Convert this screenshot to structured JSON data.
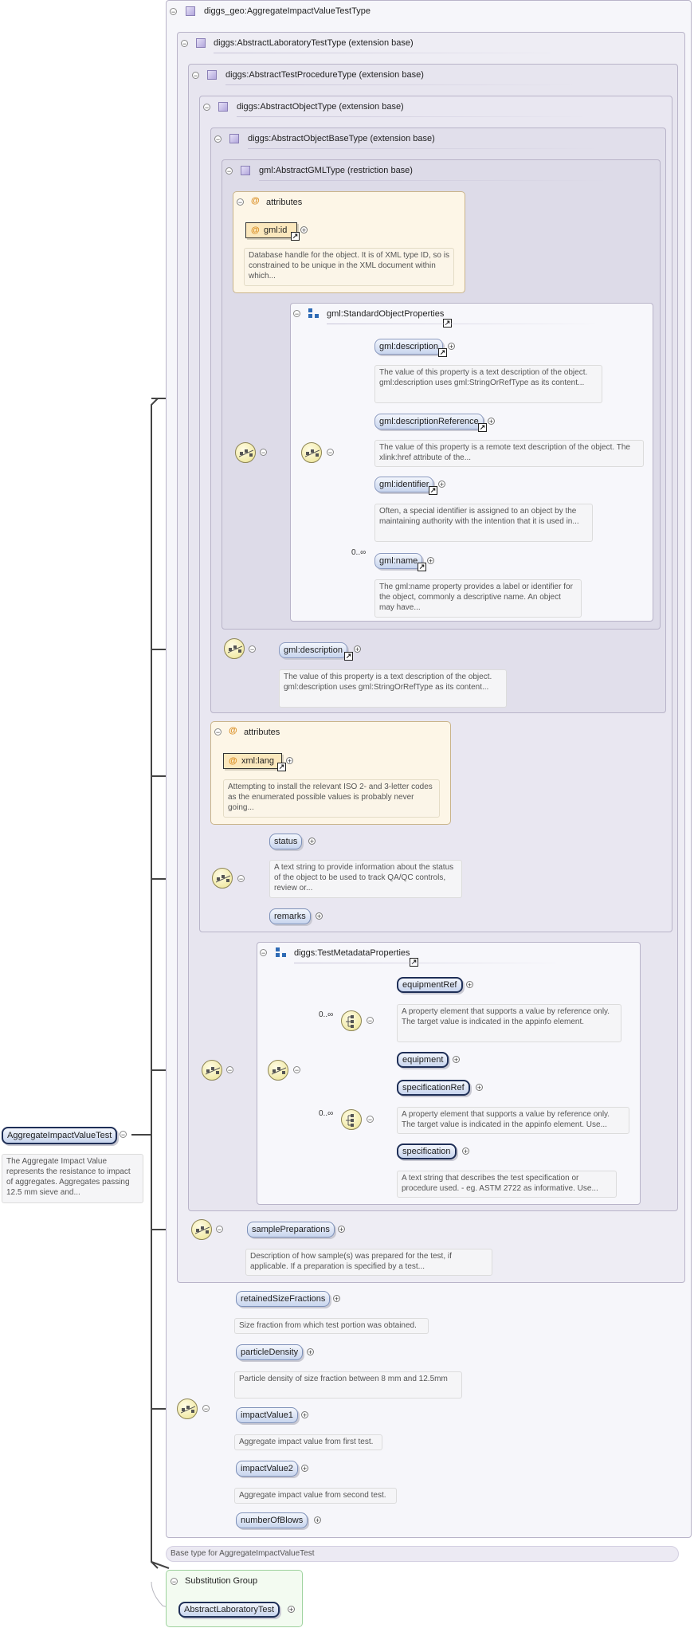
{
  "root_type": {
    "label": "diggs_geo:AggregateImpactValueTestType"
  },
  "bases": {
    "b1": "diggs:AbstractLaboratoryTestType (extension base)",
    "b2": "diggs:AbstractTestProcedureType (extension base)",
    "b3": "diggs:AbstractObjectType (extension base)",
    "b4": "diggs:AbstractObjectBaseType (extension base)",
    "b5": "gml:AbstractGMLType (restriction base)"
  },
  "attributes_label": "attributes",
  "gml_id": {
    "label": "gml:id",
    "desc": "Database handle for the object. It is of XML type ID, so is constrained to be unique in the XML document within which..."
  },
  "std_props": {
    "label": "gml:StandardObjectProperties",
    "items": [
      {
        "label": "gml:description",
        "desc": "The value of this property is a text description of the object. gml:description uses gml:StringOrRefType as its content..."
      },
      {
        "label": "gml:descriptionReference",
        "desc": "The value of this property is a remote text description of the object. The xlink:href attribute of the..."
      },
      {
        "label": "gml:identifier",
        "desc": "Often, a special identifier is assigned to an object by the maintaining authority with the intention that it is used in..."
      },
      {
        "label": "gml:name",
        "desc": "The gml:name property provides a label or identifier for the object, commonly a descriptive name. An object may have..."
      }
    ],
    "name_occurrence": "0..∞"
  },
  "gml_description2": {
    "label": "gml:description",
    "desc": "The value of this property is a text description of the object. gml:description uses gml:StringOrRefType as its content..."
  },
  "xml_lang": {
    "label": "xml:lang",
    "desc": "Attempting to install the relevant ISO 2- and 3-letter codes as the enumerated possible values is probably never going..."
  },
  "status": {
    "label": "status",
    "desc": "A text string to provide information about the status of the object to be used to track QA/QC controls, review or..."
  },
  "remarks": {
    "label": "remarks"
  },
  "test_metadata": {
    "label": "diggs:TestMetadataProperties",
    "occ1": "0..∞",
    "occ2": "0..∞",
    "equipmentRef": {
      "label": "equipmentRef",
      "desc": "A property element that supports a value by reference only. The target value is indicated in the appinfo element."
    },
    "equipment": {
      "label": "equipment"
    },
    "specificationRef": {
      "label": "specificationRef",
      "desc": "A property element that supports a value by reference only. The target value is indicated in the appinfo element. Use..."
    },
    "specification": {
      "label": "specification",
      "desc": "A text string that describes the test specification or procedure used. - eg. ASTM 2722 as informative. Use..."
    }
  },
  "sample_preparations": {
    "label": "samplePreparations",
    "desc": "Description of how sample(s) was prepared for the test, if applicable. If a preparation is specified by a test..."
  },
  "own_elements": [
    {
      "label": "retainedSizeFractions",
      "desc": "Size fraction from which test portion was obtained."
    },
    {
      "label": "particleDensity",
      "desc": "Particle density of size fraction between 8 mm and 12.5mm"
    },
    {
      "label": "impactValue1",
      "desc": "Aggregate impact value from first test."
    },
    {
      "label": "impactValue2",
      "desc": "Aggregate impact value from second test."
    },
    {
      "label": "numberOfBlows"
    }
  ],
  "root_element": {
    "label": "AggregateImpactValueTest",
    "desc": "The Aggregate Impact Value represents the resistance to impact of aggregates. Aggregates passing 12.5 mm sieve and..."
  },
  "base_type_note": "Base type for AggregateImpactValueTest",
  "substitution": {
    "label": "Substitution Group",
    "element": "AbstractLaboratoryTest"
  },
  "colors": {
    "type_box": "#eeedf4",
    "attr_box": "#fdf6e7",
    "element": "#c8d5ee",
    "compositor": "#ece38f"
  }
}
